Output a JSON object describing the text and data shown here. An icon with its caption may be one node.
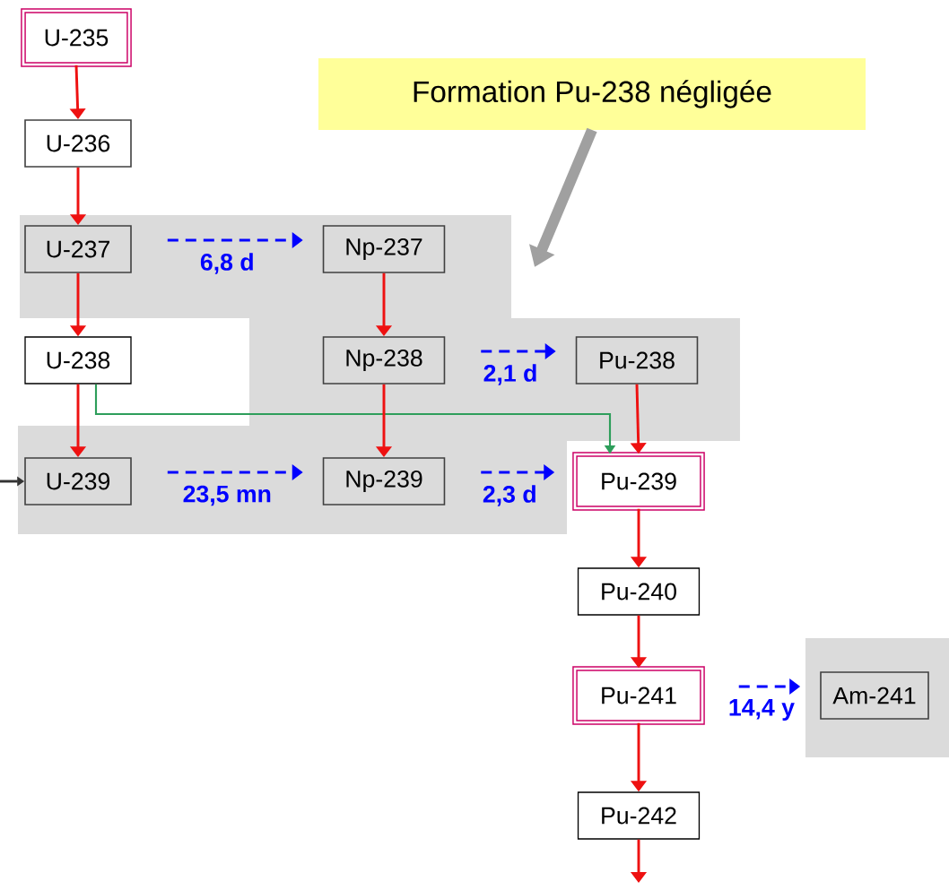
{
  "diagram": {
    "nodes": [
      {
        "text": [
          "U-235"
        ]
      },
      {
        "text": [
          "U-236"
        ]
      },
      {
        "text": [
          "U-237"
        ]
      },
      {
        "text": [
          "Np-237"
        ]
      },
      {
        "text": [
          "U-238"
        ]
      },
      {
        "text": [
          "Np-238"
        ]
      },
      {
        "text": [
          "Pu-238"
        ]
      },
      {
        "text": [
          "U-239"
        ]
      },
      {
        "text": [
          "Np-239"
        ]
      },
      {
        "text": [
          "Pu-239"
        ]
      },
      {
        "text": [
          "Pu-240"
        ]
      },
      {
        "text": [
          "Pu-241"
        ]
      },
      {
        "text": [
          "Am-241"
        ]
      },
      {
        "text": [
          "Pu-242"
        ]
      },
      {
        "text": [
          "Formation Pu-238 négligée"
        ]
      }
    ],
    "edges": [
      {
        "from": 0,
        "to": 1,
        "arrow": "to"
      },
      {
        "from": 1,
        "to": 2,
        "arrow": "to"
      },
      {
        "from": 2,
        "to": 3,
        "arrow": "to",
        "label": "6,8 d",
        "style": "dashed",
        "color": "#0000ff"
      },
      {
        "from": 2,
        "to": 4,
        "arrow": "to"
      },
      {
        "from": 3,
        "to": 5,
        "arrow": "to"
      },
      {
        "from": 5,
        "to": 6,
        "arrow": "to",
        "label": "2,1 d",
        "style": "dashed",
        "color": "#0000ff"
      },
      {
        "from": 4,
        "to": 7,
        "arrow": "to"
      },
      {
        "from": 4,
        "to": 9,
        "arrow": "to",
        "color": "#2e9e5b"
      },
      {
        "from": 5,
        "to": 8,
        "arrow": "to"
      },
      {
        "from": 6,
        "to": 9,
        "arrow": "to"
      },
      {
        "from": null,
        "to": 7,
        "arrow": "to",
        "color": "#333333"
      },
      {
        "from": 7,
        "to": 8,
        "arrow": "to",
        "label": "23,5 mn",
        "style": "dashed",
        "color": "#0000ff"
      },
      {
        "from": 8,
        "to": 9,
        "arrow": "to",
        "label": "2,3 d",
        "style": "dashed",
        "color": "#0000ff"
      },
      {
        "from": 9,
        "to": 10,
        "arrow": "to"
      },
      {
        "from": 10,
        "to": 11,
        "arrow": "to"
      },
      {
        "from": 11,
        "to": 12,
        "arrow": "to",
        "label": "14,4 y",
        "style": "dashed",
        "color": "#0000ff"
      },
      {
        "from": 11,
        "to": 13,
        "arrow": "to"
      },
      {
        "from": 13,
        "to": null,
        "arrow": "to"
      },
      {
        "from": 14,
        "to": null,
        "arrow": "to",
        "style": "thick",
        "color": "#a0a0a0"
      }
    ]
  }
}
